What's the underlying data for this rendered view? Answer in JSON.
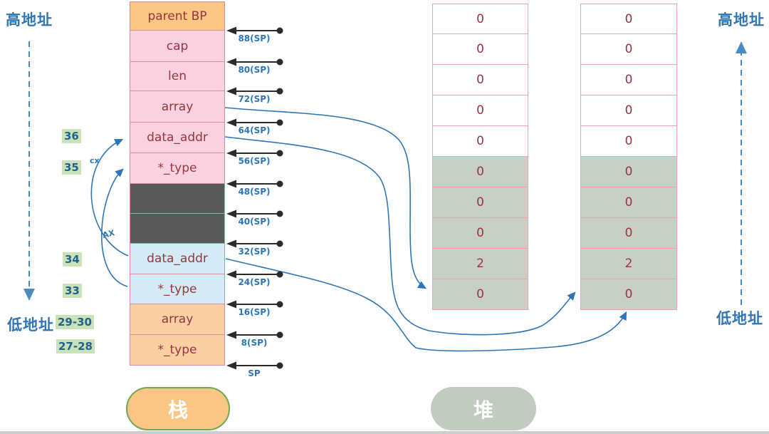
{
  "colors": {
    "accent_blue": "#2E75B6",
    "dash_blue": "#4A8BC4",
    "maroon": "#943640",
    "cell_border": "#D98BA6",
    "heap_border": "#EFA3B5",
    "stack_orange": "#FAC683",
    "stack_pink": "#FAD1DF",
    "stack_dark": "#595959",
    "stack_blue": "#D4EAF4",
    "stack_peach": "#FBCFA2",
    "heap_gray": "#C8CFC5",
    "highlight_green": "#C9E2B8",
    "pill_stack_fill": "#FAC585",
    "pill_stack_border": "#6FA850",
    "pill_heap_fill": "#C2CBBF",
    "arrow_black": "#2b2b2b"
  },
  "left_axis": {
    "high_label": "高地址",
    "low_label": "低地址"
  },
  "right_axis": {
    "high_label": "高地址",
    "low_label": "低地址"
  },
  "stack": {
    "rows": [
      {
        "label": "parent BP",
        "style": "orange"
      },
      {
        "label": "cap",
        "style": "pink"
      },
      {
        "label": "len",
        "style": "pink"
      },
      {
        "label": "array",
        "style": "pink"
      },
      {
        "label": "data_addr",
        "style": "pink"
      },
      {
        "label": "*_type",
        "style": "pink"
      },
      {
        "label": "",
        "style": "dark"
      },
      {
        "label": "",
        "style": "dark"
      },
      {
        "label": "data_addr",
        "style": "blue"
      },
      {
        "label": "*_type",
        "style": "blue"
      },
      {
        "label": "array",
        "style": "peach"
      },
      {
        "label": "*_type",
        "style": "peach"
      }
    ],
    "sp_offsets": [
      "88(SP)",
      "80(SP)",
      "72(SP)",
      "64(SP)",
      "56(SP)",
      "48(SP)",
      "40(SP)",
      "32(SP)",
      "24(SP)",
      "16(SP)",
      "8(SP)",
      "SP"
    ],
    "line_numbers": [
      "36",
      "35",
      "34",
      "33",
      "29-30",
      "27-28"
    ],
    "register_labels": {
      "cx": "cx",
      "ax": "AX"
    }
  },
  "heap": {
    "columns": [
      {
        "values": [
          "0",
          "0",
          "0",
          "0",
          "0",
          "0",
          "0",
          "0",
          "2",
          "0"
        ],
        "gray_from_row": 5
      },
      {
        "values": [
          "0",
          "0",
          "0",
          "0",
          "0",
          "0",
          "0",
          "0",
          "2",
          "0"
        ],
        "gray_from_row": 5
      }
    ]
  },
  "legend": {
    "stack_pill": "栈",
    "heap_pill": "堆"
  }
}
